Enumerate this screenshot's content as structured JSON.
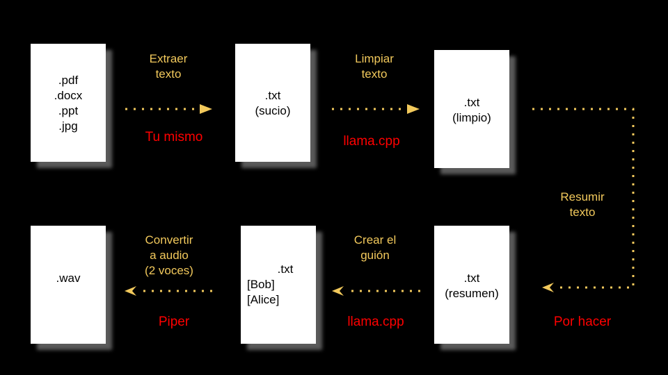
{
  "documents": {
    "source": [
      ".pdf",
      ".docx",
      ".ppt",
      ".jpg"
    ],
    "dirty": [
      ".txt",
      "(sucio)"
    ],
    "clean": [
      ".txt",
      "(limpio)"
    ],
    "summary": [
      ".txt",
      "(resumen)"
    ],
    "script": [
      ".txt",
      "[Bob]",
      "[Alice]"
    ],
    "audio": [
      ".wav"
    ]
  },
  "steps": {
    "extract": {
      "label": [
        "Extraer",
        "texto"
      ],
      "tool": "Tu mismo"
    },
    "clean": {
      "label": [
        "Limpiar",
        "texto"
      ],
      "tool": "llama.cpp"
    },
    "summarize": {
      "label": [
        "Resumir",
        "texto"
      ],
      "tool": "Por hacer"
    },
    "script": {
      "label": [
        "Crear el",
        "guión"
      ],
      "tool": "llama.cpp"
    },
    "audio": {
      "label": [
        "Convertir",
        "a audio",
        "(2 voces)"
      ],
      "tool": "Piper"
    }
  },
  "colors": {
    "background": "#000000",
    "step": "#f2c95c",
    "tool": "#ff0000",
    "document": "#ffffff",
    "shadow": "#5a5a5a"
  }
}
